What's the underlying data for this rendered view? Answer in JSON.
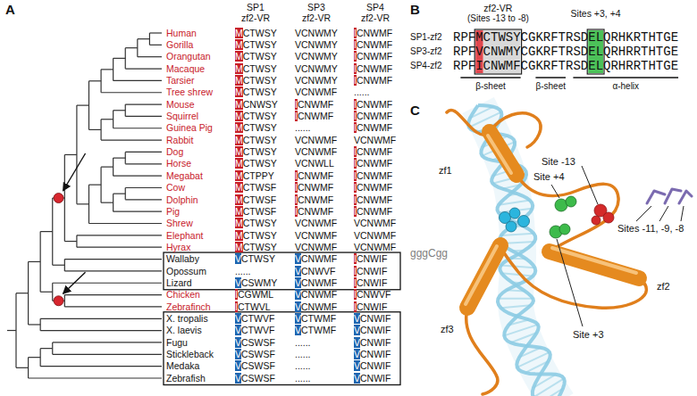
{
  "diagram": {
    "labels": [
      "A",
      "SP1",
      "zf2-VR",
      "SP3",
      "zf2-VR",
      "SP4",
      "zf2-VR",
      "Human",
      "MCTWSY",
      "VCNWMY",
      "ICNWMF",
      "Gorilla",
      "MCTWSY",
      "VCNWMY",
      "ICNWMF",
      "Orangutan",
      "MCTWSY",
      "VCNWMY",
      "ICNWMF",
      "Macaque",
      "MCTWSY",
      "VCNWMY",
      "ICNWMF",
      "Tarsier",
      "MCTWSY",
      "VCNWMY",
      "ICNWMF",
      "Tree shrew",
      "MCTWSY",
      "VCNWMF",
      "......",
      "Mouse",
      "MCNWSY",
      "ICNWMF",
      "ICNWMF",
      "Squirrel",
      "MCTWSY",
      "ICNWMF",
      "ICNWMF",
      "Guinea Pig",
      "MCTWSY",
      "......",
      "ICNWMF",
      "Rabbit",
      "MCTWSY",
      "VCNWMF",
      "VCNWMF",
      "Dog",
      "MCTWSY",
      "VCNWMF",
      "ICNWMF",
      "Horse",
      "MCTWSY",
      "VCNWLL",
      "ICNWMF",
      "Megabat",
      "MCTPPY",
      "ICNWMF",
      "ICNWMF",
      "Cow",
      "MCTWSF",
      "ICNWMF",
      "ICNWMF",
      "Dolphin",
      "MCTWSF",
      "ICNWMF",
      "ICNWMF",
      "Pig",
      "MCTWSF",
      "ICNWMF",
      "ICNWMF",
      "Shrew",
      "MCTWSY",
      "VCNWMF",
      "VCNWMF",
      "Elephant",
      "MCTWSY",
      "VCNWMF",
      "VCNWMF",
      "Hyrax",
      "MCTWSY",
      "VCNWMF",
      "VCNWMF",
      "Wallaby",
      "VCTWSY",
      "VCNWMF",
      "ICNWIF",
      "Opossum",
      "......",
      "VCNWVF",
      "ICNWIF",
      "Lizard",
      "VCSWMY",
      "VCNWMF",
      "ICNWIF",
      "Chicken",
      "ICGWML",
      "VCNWMF",
      "ICNWVF",
      "Zebrafinch",
      "ICTWVL",
      "VCNWMF",
      "ICNWIF",
      "X. tropalis",
      "VCTWVF",
      "VCTWMF",
      "VCNWIF",
      "X. laevis",
      "VCTWVF",
      "VCTWMF",
      "VCNWIF",
      "Fugu",
      "VCSWSF",
      "......",
      "VCNWIF",
      "Stickleback",
      "VCSWSF",
      "......",
      "VCNWIF",
      "Medaka",
      "VCSWSF",
      "......",
      "VCNWIF",
      "Zebrafish",
      "VCSWSF",
      "......",
      "VCNWIF",
      "B",
      "zf2-VR",
      "(Sites -13 to -8)",
      "Sites +3, +4",
      "SP1-zf2",
      "RPFMCTWSYCGKRFTRSDELQRHKRTHTGE",
      "SP3-zf2",
      "RPFVCNWMYCGKRFTRSDELQRHRRTHTGE",
      "SP4-zf2",
      "RPFICNWMFCGKRFTRSDELQRHRRTHTGE",
      "β-sheet",
      "β-sheet",
      "α-helix",
      "C",
      "zf1",
      "Site -13",
      "Site +4",
      "Sites -11, -9, -8",
      "gggCgg",
      "zf2",
      "zf3",
      "Site +3"
    ]
  }
}
